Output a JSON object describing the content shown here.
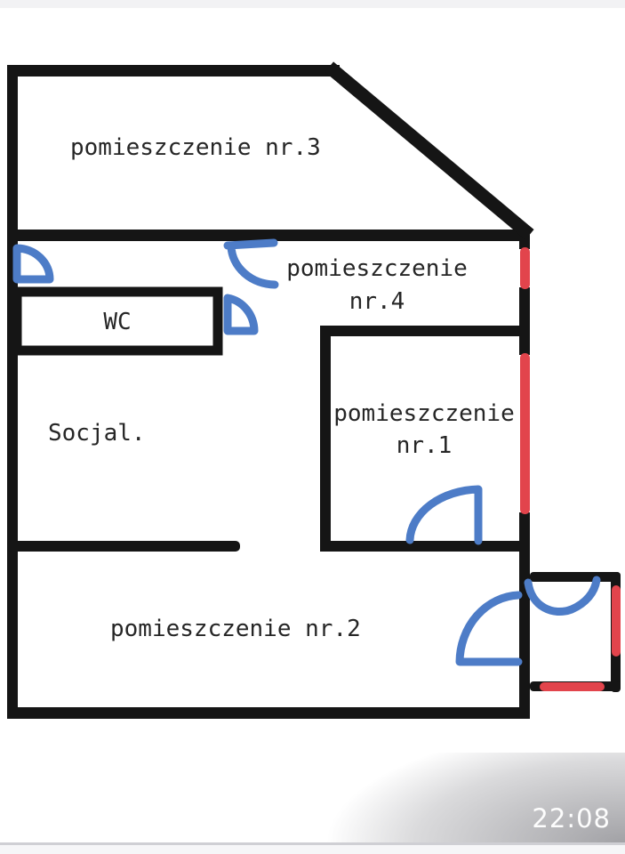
{
  "plan": {
    "rooms": {
      "room3": {
        "label": "pomieszczenie nr.3"
      },
      "room4": {
        "label_line1": "pomieszczenie",
        "label_line2": "nr.4"
      },
      "wc": {
        "label": "WC"
      },
      "socjal": {
        "label": "Socjal."
      },
      "room1": {
        "label_line1": "pomieszczenie",
        "label_line2": "nr.1"
      },
      "room2": {
        "label": "pomieszczenie nr.2"
      }
    },
    "colors": {
      "wall": "#151515",
      "door_swing": "#4d7cc7",
      "window_marker": "#e2444c",
      "label_text": "#262626"
    }
  },
  "status_bar": {
    "time": "22:08"
  }
}
